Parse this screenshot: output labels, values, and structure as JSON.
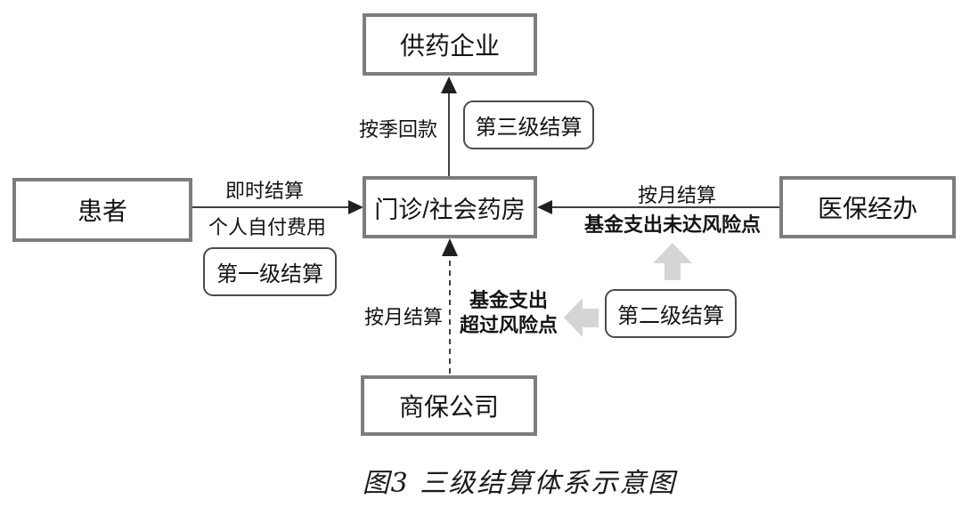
{
  "diagram": {
    "caption": "图3 三级结算体系示意图",
    "nodes": {
      "supplier": "供药企业",
      "patient": "患者",
      "pharmacy": "门诊/社会药房",
      "insurer": "医保经办",
      "commercial": "商保公司"
    },
    "badges": {
      "level1": "第一级结算",
      "level2": "第二级结算",
      "level3": "第三级结算"
    },
    "edge_labels": {
      "quarterly_payment": "按季回款",
      "instant_settlement": "即时结算",
      "self_pay": "个人自付费用",
      "monthly_settlement_right": "按月结算",
      "fund_under_risk": "基金支出未达风险点",
      "monthly_settlement_bottom": "按月结算",
      "fund_over_risk_line1": "基金支出",
      "fund_over_risk_line2": "超过风险点"
    },
    "colors": {
      "box_border": "#7d7d7d",
      "badge_border": "#4b4b4b",
      "arrow": "#3f3f3f",
      "arrowhead": "#1f1f1f",
      "block_arrow": "#d5d5d5",
      "text": "#141414"
    }
  }
}
